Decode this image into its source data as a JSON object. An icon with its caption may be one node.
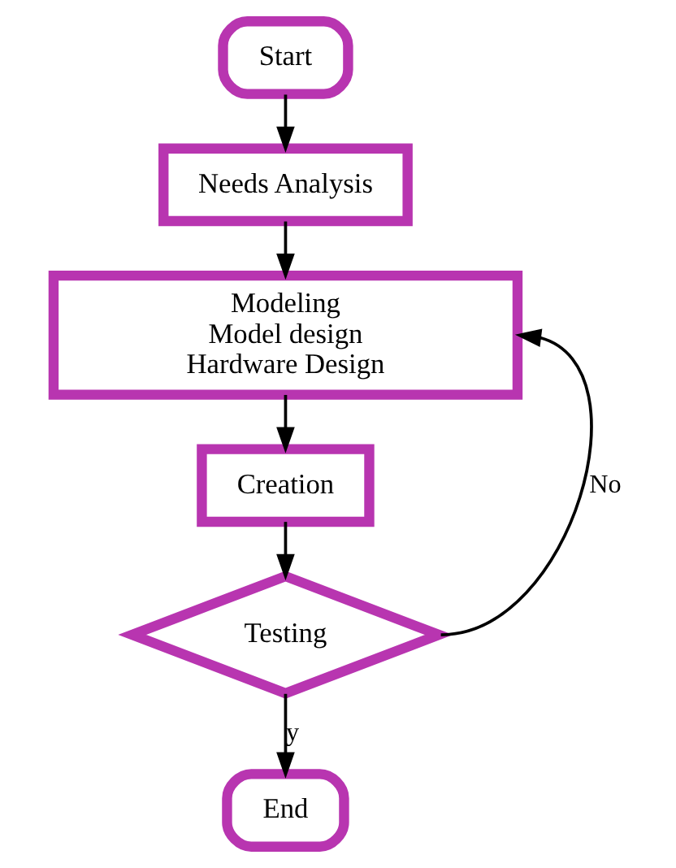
{
  "diagram": {
    "nodes": [
      {
        "text": [
          "Start"
        ]
      },
      {
        "text": [
          "Needs Analysis"
        ]
      },
      {
        "text": [
          "Modeling",
          "Model design",
          "Hardware Design"
        ]
      },
      {
        "text": [
          "Creation"
        ]
      },
      {
        "text": [
          "Testing"
        ]
      },
      {
        "text": [
          "End"
        ]
      }
    ],
    "edges": [
      {
        "from": 0,
        "to": 1,
        "arrow": "to"
      },
      {
        "from": 1,
        "to": 2,
        "arrow": "to"
      },
      {
        "from": 2,
        "to": 3,
        "arrow": "to"
      },
      {
        "from": 3,
        "to": 4,
        "arrow": "to"
      },
      {
        "from": 4,
        "to": 5,
        "label": "y",
        "arrow": "to"
      },
      {
        "from": 4,
        "to": 2,
        "label": "No",
        "arrow": "to"
      }
    ]
  }
}
